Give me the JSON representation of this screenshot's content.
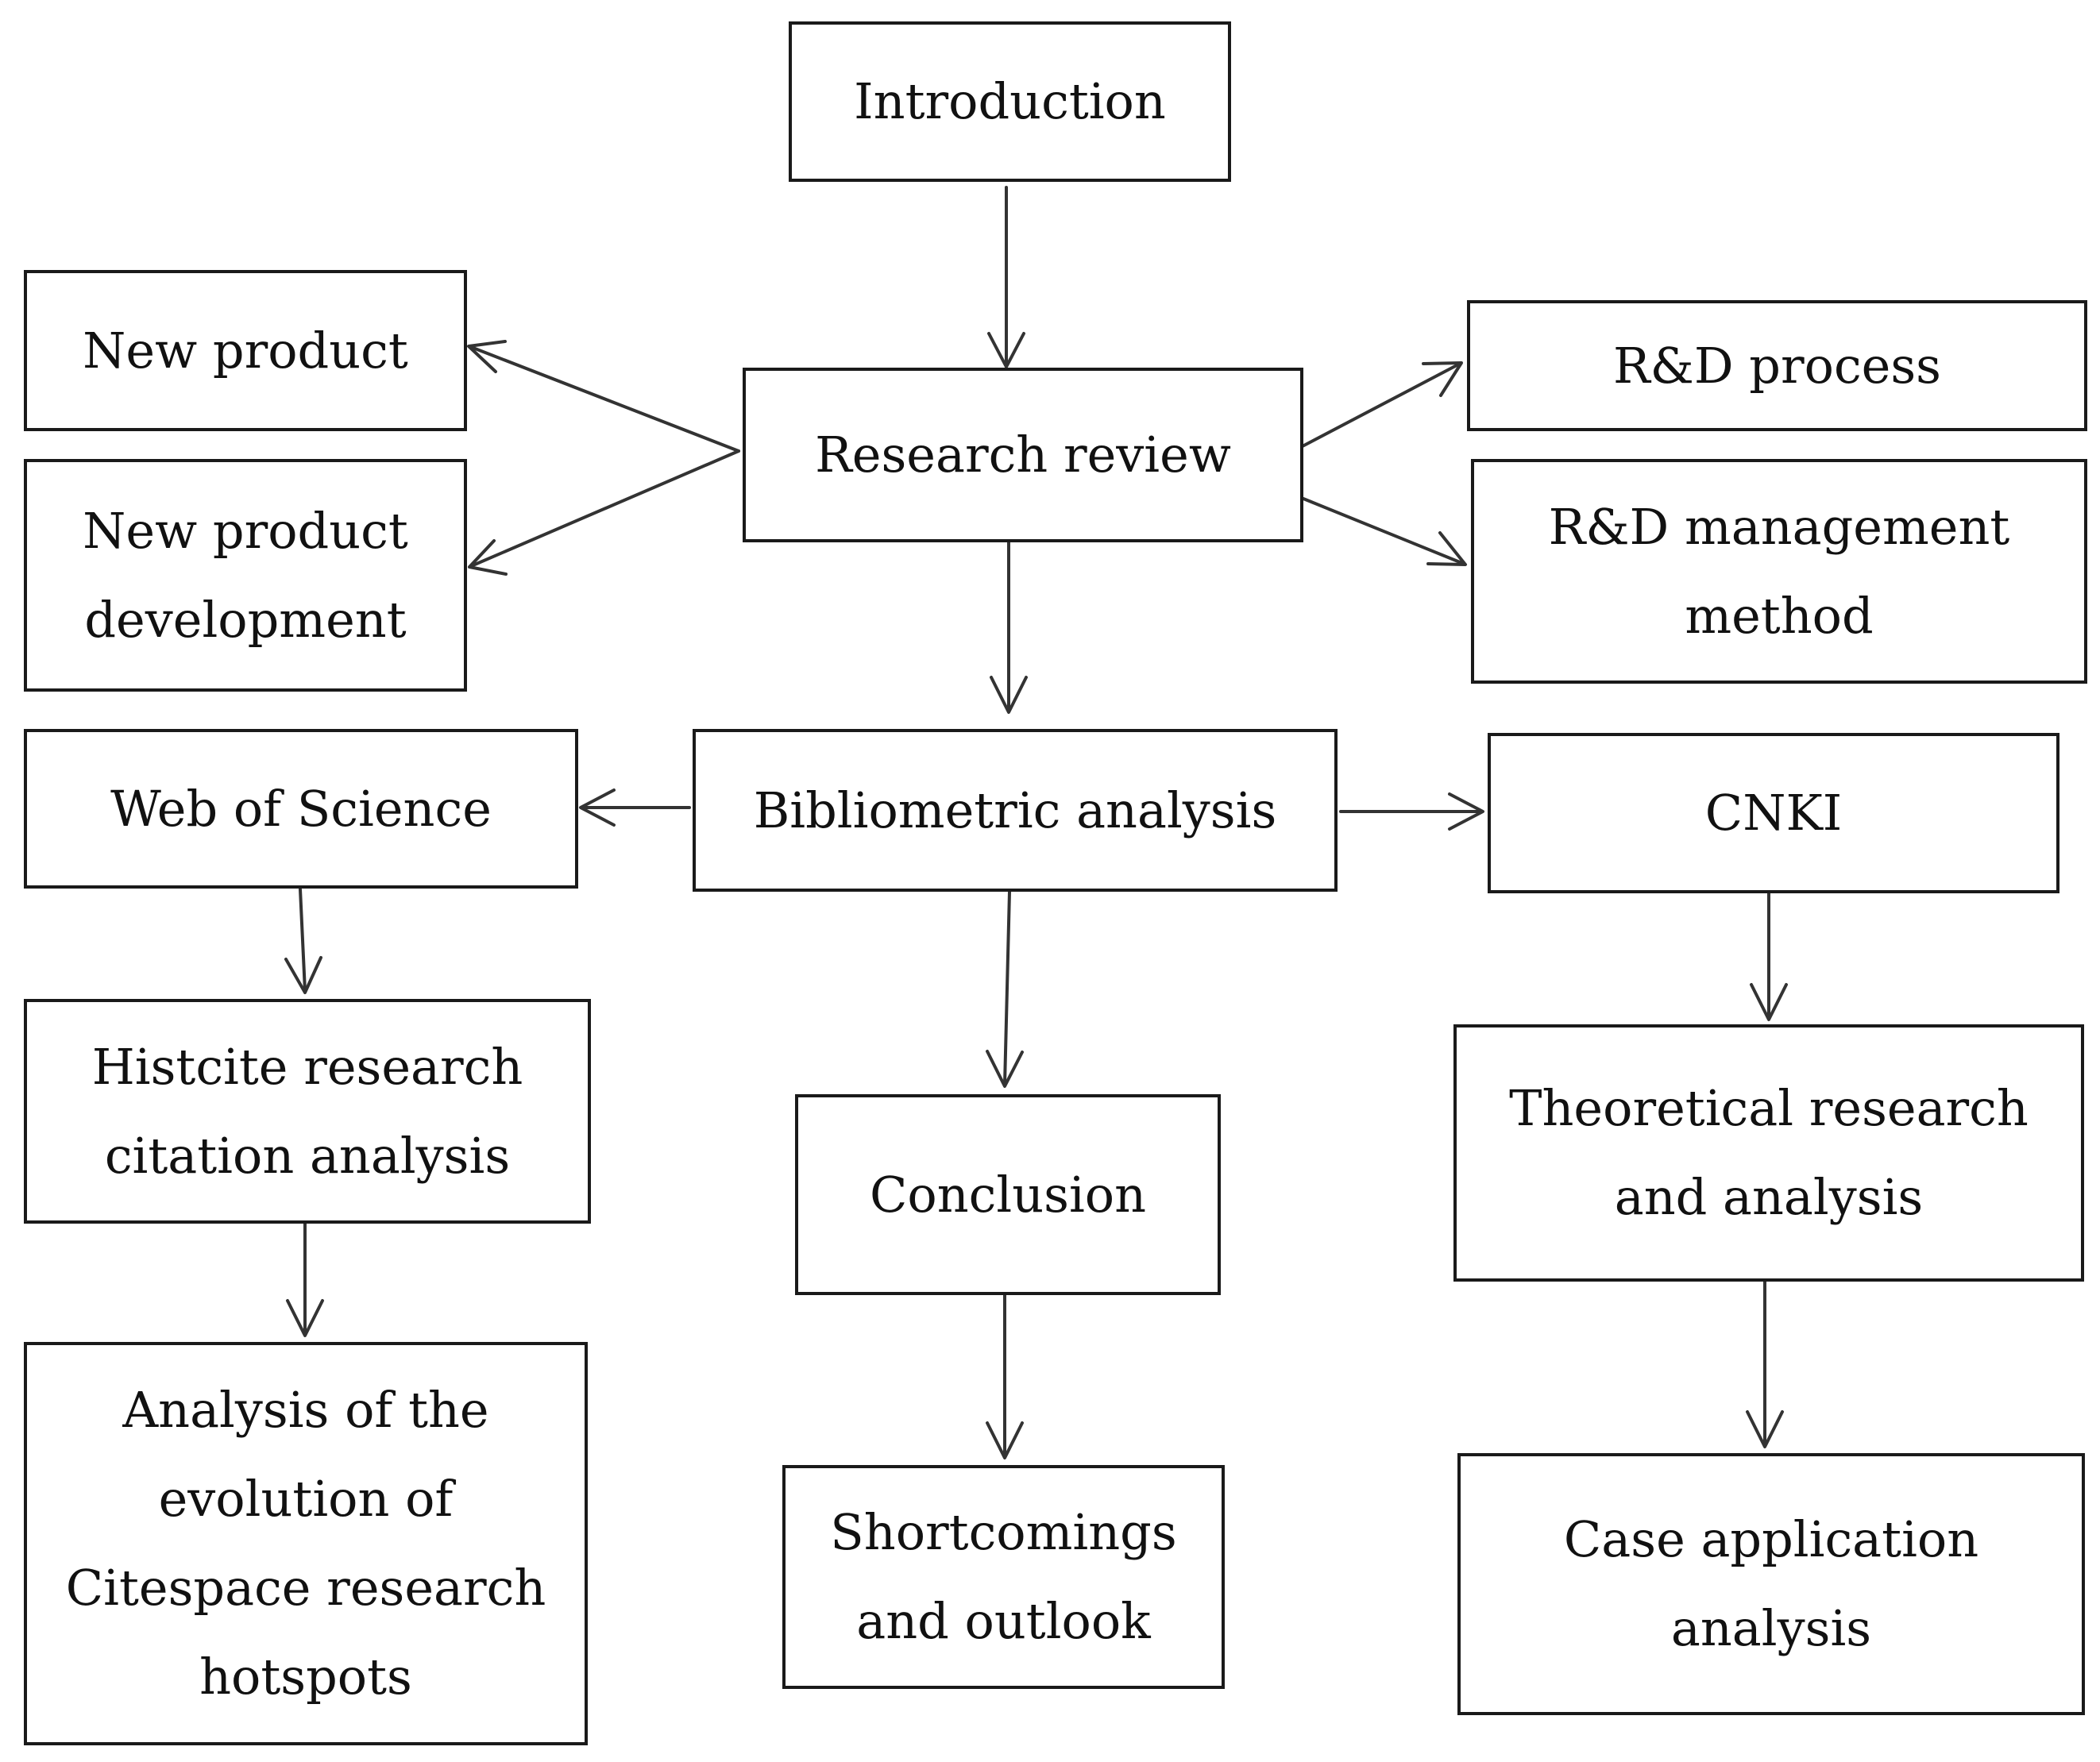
{
  "nodes": {
    "introduction": "Introduction",
    "new_product": "New product",
    "research_review": "Research review",
    "rd_process": "R&D process",
    "new_product_development": "New product\ndevelopment",
    "rd_management_method": "R&D management\nmethod",
    "web_of_science": "Web of Science",
    "bibliometric_analysis": "Bibliometric analysis",
    "cnki": "CNKI",
    "histcite": "Histcite research\ncitation analysis",
    "conclusion": "Conclusion",
    "theoretical": "Theoretical research\nand analysis",
    "citespace": "Analysis of the\nevolution of\nCitespace research\nhotspots",
    "shortcomings": "Shortcomings\nand outlook",
    "case_application": "Case application\nanalysis"
  },
  "edges": [
    {
      "from": "introduction",
      "to": "research_review"
    },
    {
      "from": "research_review",
      "to": "new_product"
    },
    {
      "from": "research_review",
      "to": "new_product_development"
    },
    {
      "from": "research_review",
      "to": "rd_process"
    },
    {
      "from": "research_review",
      "to": "rd_management_method"
    },
    {
      "from": "research_review",
      "to": "bibliometric_analysis"
    },
    {
      "from": "bibliometric_analysis",
      "to": "web_of_science"
    },
    {
      "from": "bibliometric_analysis",
      "to": "cnki"
    },
    {
      "from": "bibliometric_analysis",
      "to": "conclusion"
    },
    {
      "from": "web_of_science",
      "to": "histcite"
    },
    {
      "from": "histcite",
      "to": "citespace"
    },
    {
      "from": "cnki",
      "to": "theoretical"
    },
    {
      "from": "theoretical",
      "to": "case_application"
    },
    {
      "from": "conclusion",
      "to": "shortcomings"
    }
  ],
  "colors": {
    "line": "#333333",
    "border": "#1a1a1a",
    "text": "#111111"
  }
}
